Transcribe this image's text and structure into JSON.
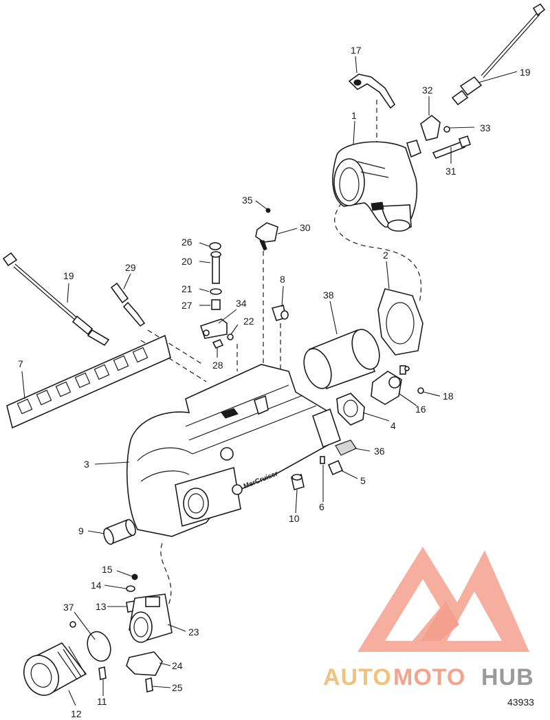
{
  "figure_number": "43933",
  "watermark": {
    "text_auto": "AUTO",
    "text_moto": "MOTO",
    "text_hub": "HUB",
    "color_auto": "#f2c27a",
    "color_moto": "#f4a48a",
    "color_hub": "#9a9a9a",
    "logo_color": "#f4a08e"
  },
  "callouts": {
    "c1": "1",
    "c2": "2",
    "c3": "3",
    "c4": "4",
    "c5": "5",
    "c6": "6",
    "c7": "7",
    "c8": "8",
    "c9": "9",
    "c10": "10",
    "c11": "11",
    "c12": "12",
    "c13": "13",
    "c14": "14",
    "c15": "15",
    "c16": "16",
    "c17": "17",
    "c18": "18",
    "c19a": "19",
    "c19b": "19",
    "c20": "20",
    "c21": "21",
    "c22": "22",
    "c23": "23",
    "c24": "24",
    "c25": "25",
    "c26": "26",
    "c27": "27",
    "c28": "28",
    "c29": "29",
    "c30": "30",
    "c31": "31",
    "c32": "32",
    "c33": "33",
    "c34": "34",
    "c35": "35",
    "c36": "36",
    "c37": "37",
    "c38": "38"
  }
}
